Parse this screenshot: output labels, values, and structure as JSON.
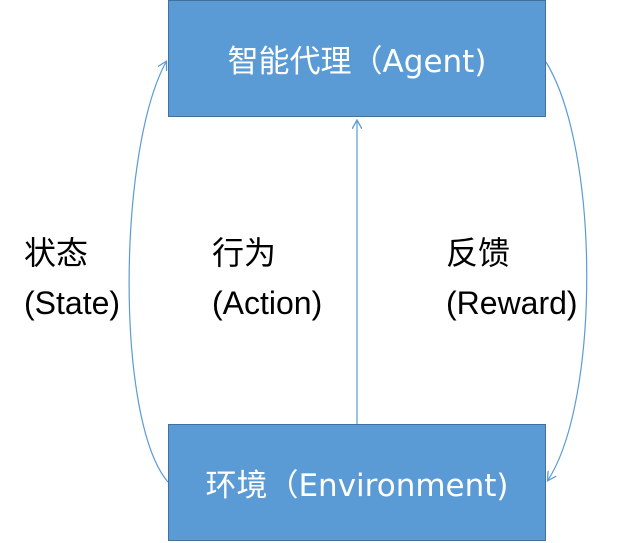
{
  "agent": {
    "label": "智能代理（Agent)"
  },
  "environment": {
    "label": "环境（Environment)"
  },
  "state": {
    "zh": "状态",
    "en": "(State)"
  },
  "action": {
    "zh": "行为",
    "en": "(Action)"
  },
  "reward": {
    "zh": "反馈",
    "en": "(Reward)"
  },
  "colors": {
    "box_fill": "#5b9bd5",
    "box_border": "#41719c",
    "arrow": "#5b9bd5"
  }
}
